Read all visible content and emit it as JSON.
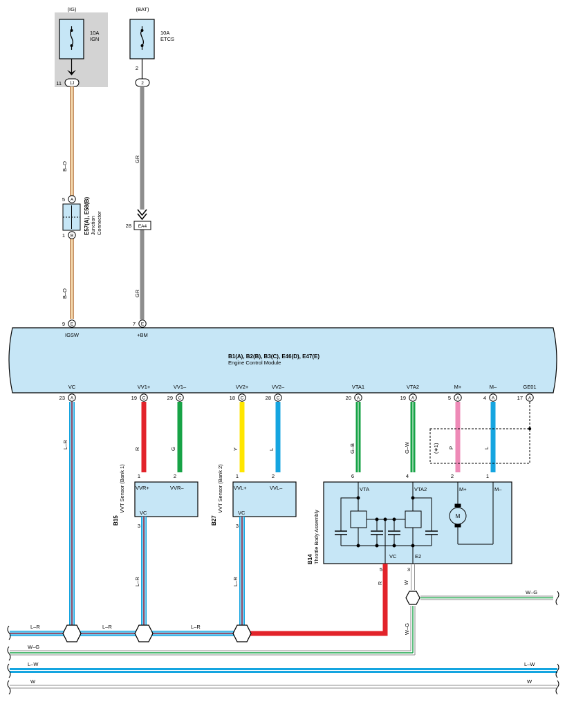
{
  "fuses": {
    "ig": {
      "source": "(IG)",
      "rating": "10A",
      "name": "IGN"
    },
    "bat": {
      "source": "(BAT)",
      "rating": "10A",
      "name": "ETCS"
    }
  },
  "connectors": {
    "ig_pin": "11",
    "ig_id": "1J",
    "bat_top_pin": "2",
    "bat_id": "2",
    "bat_fuse_pin": "2",
    "ea4_pin": "28",
    "ea4_id": "EA4"
  },
  "junction": {
    "id": "E57(A), E58(B)",
    "name_line1": "Junction",
    "name_line2": "Connector",
    "pin_top": "5",
    "pin_top_tag": "A",
    "pin_bot": "1",
    "pin_bot_tag": "B"
  },
  "wires": {
    "ig_upper": "B–O",
    "ig_lower": "B–O",
    "bat_upper": "GR",
    "bat_lower": "GR",
    "vc": "L–R",
    "vv1p": "R",
    "vv1m": "G",
    "vv2p": "Y",
    "vv2m": "L",
    "vta1": "G–B",
    "vta2": "G–W",
    "mp": "P",
    "mm": "L",
    "b15_vc": "L–R",
    "b27_vc": "L–R",
    "b14_vc": "R",
    "b14_e2": "W",
    "shield_note": "(∗1)",
    "bus_lr1": "L–R",
    "bus_lr2": "L–R",
    "bus_lr3": "L–R",
    "bus_wg_left": "W–G",
    "bus_wg_right": "W–G",
    "bus_wg_vert": "W–G",
    "bus_lw_left": "L–W",
    "bus_lw_right": "L–W",
    "bus_w_left": "W",
    "bus_w_right": "W"
  },
  "ecm": {
    "title": "B1(A), B2(B), B3(C), E46(D), E47(E)",
    "name": "Engine Control Module",
    "top_pins": [
      {
        "num": "9",
        "tag": "E",
        "label": "IGSW"
      },
      {
        "num": "7",
        "tag": "E",
        "label": "+BM"
      }
    ],
    "bottom_pins": [
      {
        "num": "23",
        "tag": "A",
        "label": "VC"
      },
      {
        "num": "19",
        "tag": "C",
        "label": "VV1+"
      },
      {
        "num": "29",
        "tag": "C",
        "label": "VV1–"
      },
      {
        "num": "18",
        "tag": "C",
        "label": "VV2+"
      },
      {
        "num": "28",
        "tag": "C",
        "label": "VV2–"
      },
      {
        "num": "20",
        "tag": "A",
        "label": "VTA1"
      },
      {
        "num": "19",
        "tag": "A",
        "label": "VTA2"
      },
      {
        "num": "5",
        "tag": "A",
        "label": "M+"
      },
      {
        "num": "4",
        "tag": "A",
        "label": "M–"
      },
      {
        "num": "17",
        "tag": "A",
        "label": "GE01"
      }
    ]
  },
  "sensor_b15": {
    "id": "B15",
    "name": "VVT Sensor (Bank 1)",
    "pin1": "1",
    "pin2": "2",
    "pin3": "3",
    "t1": "VVR+",
    "t2": "VVR–",
    "t3": "VC"
  },
  "sensor_b27": {
    "id": "B27",
    "name": "VVT Sensor (Bank 2)",
    "pin1": "1",
    "pin2": "2",
    "pin3": "3",
    "t1": "VVL+",
    "t2": "VVL–",
    "t3": "VC"
  },
  "throttle": {
    "id": "B14",
    "name": "Throttle Body Assembly",
    "pin_vta": "6",
    "pin_vta2": "4",
    "pin_mp": "2",
    "pin_mm": "1",
    "pin_vc": "5",
    "pin_e2": "3",
    "t_vta": "VTA",
    "t_vta2": "VTA2",
    "t_mp": "M+",
    "t_mm": "M–",
    "t_vc": "VC",
    "t_e2": "E2",
    "motor": "M"
  },
  "colors": {
    "module_fill": "#c6e6f6",
    "fuse_shade": "#d3d3d3",
    "red": "#e2232a",
    "green": "#17a346",
    "yellow": "#ffe600",
    "blue": "#15a5e0",
    "pink": "#ee8ab7",
    "gray": "#8e8e8e",
    "tan": "#e6c27a",
    "orange": "#c8956a"
  }
}
